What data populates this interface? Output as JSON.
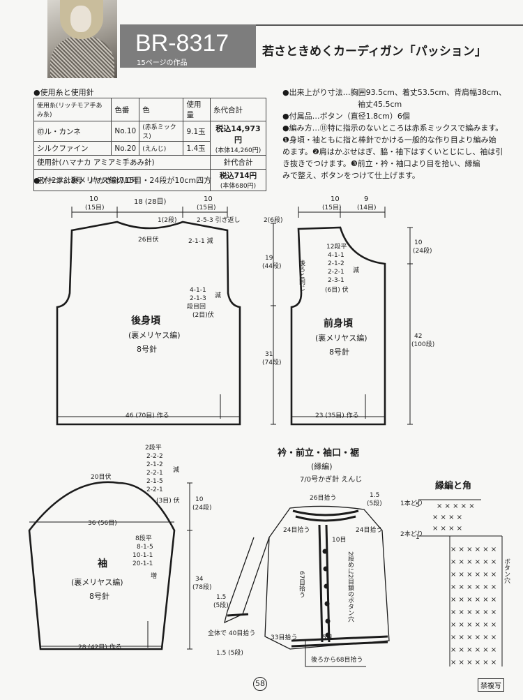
{
  "header": {
    "code": "BR-8317",
    "subtitle": "15ページの作品",
    "title": "若さときめくカーディガン「パッション」"
  },
  "yarn_section": {
    "heading": "●使用糸と使用針",
    "col_yarn": "使用糸(リッチモア手あみ糸)",
    "col_colorno": "色番",
    "col_color": "色",
    "col_amount": "使用量",
    "col_total": "糸代合計",
    "rows": [
      {
        "name": "㊞ル・カンネ",
        "no": "No.10",
        "color": "(赤系ミックス)",
        "amount": "9.1玉"
      },
      {
        "name": "シルクファイン",
        "no": "No.20",
        "color": "(えんじ)",
        "amount": "1.4玉"
      }
    ],
    "yarn_total": "税込14,973円",
    "yarn_total_sub": "(本体14,260円)",
    "needle_heading": "使用針(ハマナカ アミアミ手あみ針)",
    "needle_total_heading": "針代合計",
    "needles": "玉付2本針8号　片かぎ針7/0号",
    "needle_total": "税込714円",
    "needle_total_sub": "(本体680円)"
  },
  "gauge": "●ゲージ…裏メリヤス編の15目・24段が10cm四方",
  "notes": {
    "size_label": "●出来上がり寸法…胸囲93.5cm、着丈53.5cm、背肩幅38cm、",
    "size_label2": "袖丈45.5cm",
    "notions": "●付属品…ボタン（直径1.8cm）6個",
    "method1": "●編み方…⑪特に指示のないところは赤系ミックスで編みます。",
    "method2": "❶身頃・袖ともに指と棒針でかける一般的な作り目より編み始",
    "method3": "めます。❷肩はかぶせはぎ、脇・袖下はすくいとじにし、袖は引",
    "method4": "き抜きでつけます。❸前立・衿・袖口より目を拾い、縁編",
    "method5": "みで整え、ボタンをつけて仕上げます。"
  },
  "back": {
    "name": "後身頃",
    "stitch": "(裏メリヤス編)",
    "needle": "8号針",
    "top_dims": [
      "10",
      "(15目)",
      "18 (28目)",
      "10",
      "(15目)"
    ],
    "shoulder": "2-5-3 引き返し",
    "shoulder_top": "1(2段)",
    "neck": "26目伏",
    "neck_dec": "2-1-1 減",
    "arm": [
      "4-1-1",
      "2-1-3",
      "段目回",
      "(2目)伏"
    ],
    "arm_dec": "減",
    "bottom": "46 (70目) 作る"
  },
  "front": {
    "name": "前身頃",
    "stitch": "(裏メリヤス編)",
    "needle": "8号針",
    "top_dims": [
      "10",
      "(15目)",
      "9",
      "(14目)"
    ],
    "left_ht": [
      "2(6段)",
      "19",
      "(44段)",
      "31",
      "(74段)"
    ],
    "back_same": "後ろと同じ",
    "neck": [
      "12段平",
      "4-1-1",
      "2-1-2",
      "2-2-1",
      "2-3-1",
      "(6目) 伏"
    ],
    "neck_dec": "減",
    "right_ht": [
      "10",
      "(24段)",
      "42",
      "(100段)"
    ],
    "bottom": "23 (35目) 作る"
  },
  "sleeve": {
    "name": "袖",
    "stitch": "(裏メリヤス編)",
    "needle": "8号針",
    "cap": [
      "2段平",
      "2-2-2",
      "2-1-2",
      "2-2-1",
      "2-1-5",
      "2-2-1",
      "(3目) 伏"
    ],
    "cap_dec": "減",
    "top": "20目伏",
    "width": "36 (56目)",
    "cap_ht": [
      "10",
      "(24段)"
    ],
    "inc": [
      "8段平",
      "8-1-5",
      "10-1-1",
      "20-1-1"
    ],
    "inc_label": "増",
    "len": [
      "34",
      "(78段)"
    ],
    "bottom": "28 (42目) 作る"
  },
  "edge": {
    "title": "衿・前立・袖口・裾",
    "sub": "(縁編)",
    "hook": "7/0号かぎ針 えんじ",
    "collar": "26目拾う",
    "collar_ht": [
      "1.5",
      "(5段)"
    ],
    "pick": [
      "24目拾う",
      "10目",
      "24目拾う"
    ],
    "band": [
      "67目拾う"
    ],
    "buttonhole": "2段めに2目鎖のボタン穴",
    "cuff": [
      "1.5",
      "(5段)"
    ],
    "cuff_pick": "全体で 40目拾う",
    "hem": [
      "33目拾う",
      "5目"
    ],
    "hem_ht": "1.5 (5段)",
    "hem_back": "後ろから68目拾う"
  },
  "corner": {
    "title": "縁編と角",
    "labels": [
      "1本どり",
      "2本どり",
      "5",
      "1",
      "ボタン穴"
    ]
  },
  "footer": {
    "page": "58",
    "copy": "禁複写"
  }
}
